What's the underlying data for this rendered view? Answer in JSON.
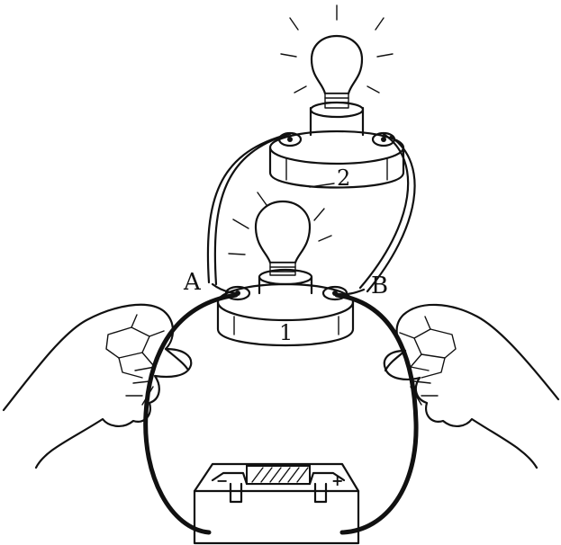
{
  "labels": {
    "point_a": "A",
    "point_b": "B",
    "bulb_1": "1",
    "bulb_2": "2",
    "battery_negative": "−",
    "battery_positive": "+"
  }
}
